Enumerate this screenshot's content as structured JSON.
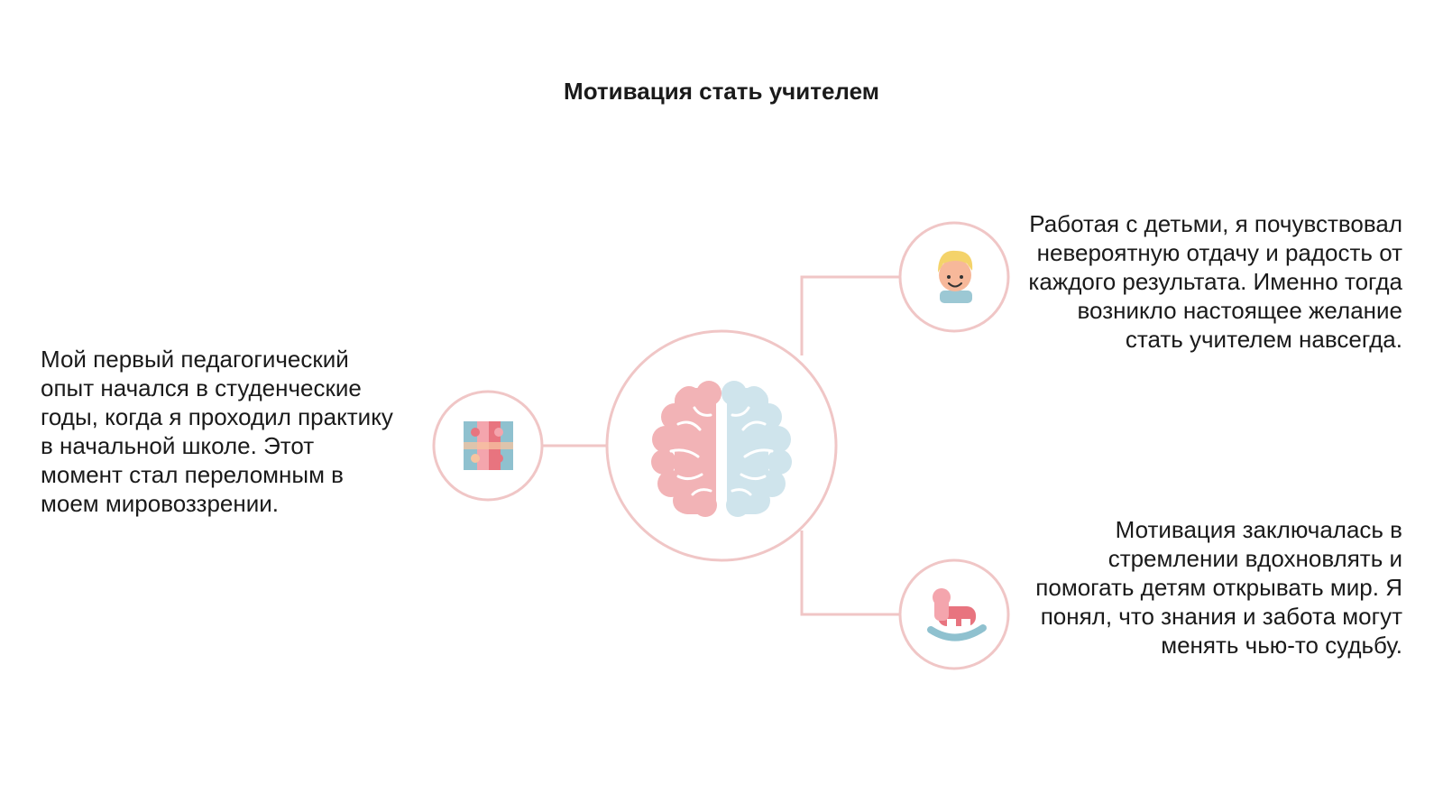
{
  "title": "Мотивация стать учителем",
  "colors": {
    "ring": "#f0c6c6",
    "brain_left": "#f2b3b6",
    "brain_right": "#cfe4ec",
    "connector": "#f0c6c6"
  },
  "nodes": [
    {
      "id": "left",
      "icon": "puzzle-icon",
      "text": "Мой первый педагогический опыт начался в студенческие годы, когда я проходил практику в начальной школе. Этот момент стал переломным в моем мировоззрении."
    },
    {
      "id": "top-right",
      "icon": "child-face-icon",
      "text": "Работая с детьми, я почувствовал невероятную отдачу и радость от каждого результата. Именно тогда возникло настоящее желание стать учителем навсегда."
    },
    {
      "id": "bottom-right",
      "icon": "rocking-horse-icon",
      "text": "Мотивация заключалась в стремлении вдохновлять и помогать детям открывать мир. Я понял, что знания и забота могут менять чью-то судьбу."
    }
  ],
  "center": {
    "icon": "brain-icon"
  }
}
